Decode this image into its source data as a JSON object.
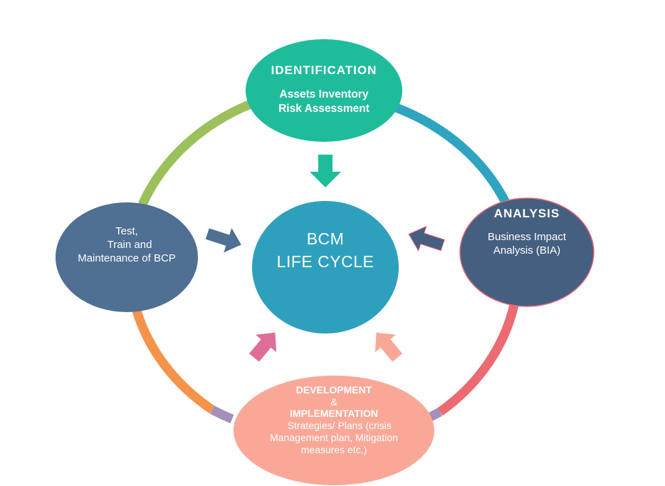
{
  "diagram": {
    "center": {
      "lines": [
        "BCM",
        "LIFE CYCLE"
      ],
      "color": "#2ea0be"
    },
    "nodes": {
      "identification": {
        "title": "IDENTIFICATION",
        "lines": [
          "Assets Inventory",
          "Risk Assessment"
        ],
        "color": "#1fbc9c"
      },
      "analysis": {
        "title": "ANALYSIS",
        "lines": [
          "Business Impact",
          "Analysis (BIA)"
        ],
        "color": "#455f80",
        "outline": "#e4687a"
      },
      "development": {
        "title": "DEVELOPMENT",
        "amp": "&",
        "title2": "IMPLEMENTATION",
        "lines": [
          "    Strategies/ Plans (crisis",
          "Management plan, Mitigation",
          "measures etc.)"
        ],
        "color": "#f9a898"
      },
      "test": {
        "lines": [
          "Test,",
          "  Train and",
          "Maintenance of BCP"
        ],
        "color": "#4f6f93"
      }
    },
    "ring_segments": [
      {
        "from": "identification",
        "to": "analysis",
        "color": "#2fa4c1"
      },
      {
        "from": "analysis",
        "to": "development",
        "color": "#ec6a72"
      },
      {
        "from": "development",
        "to": "development",
        "color": "#a48fbd"
      },
      {
        "from": "development",
        "to": "test",
        "color": "#f5934a"
      },
      {
        "from": "test",
        "to": "identification",
        "color": "#9cc05c"
      }
    ],
    "arrows": [
      {
        "from": "identification",
        "color": "#1fbc9c"
      },
      {
        "from": "test",
        "color": "#4f6f93"
      },
      {
        "from": "analysis",
        "color": "#455f80"
      },
      {
        "from": "development-left",
        "color": "#de6d97"
      },
      {
        "from": "development-right",
        "color": "#f9a898"
      }
    ]
  }
}
